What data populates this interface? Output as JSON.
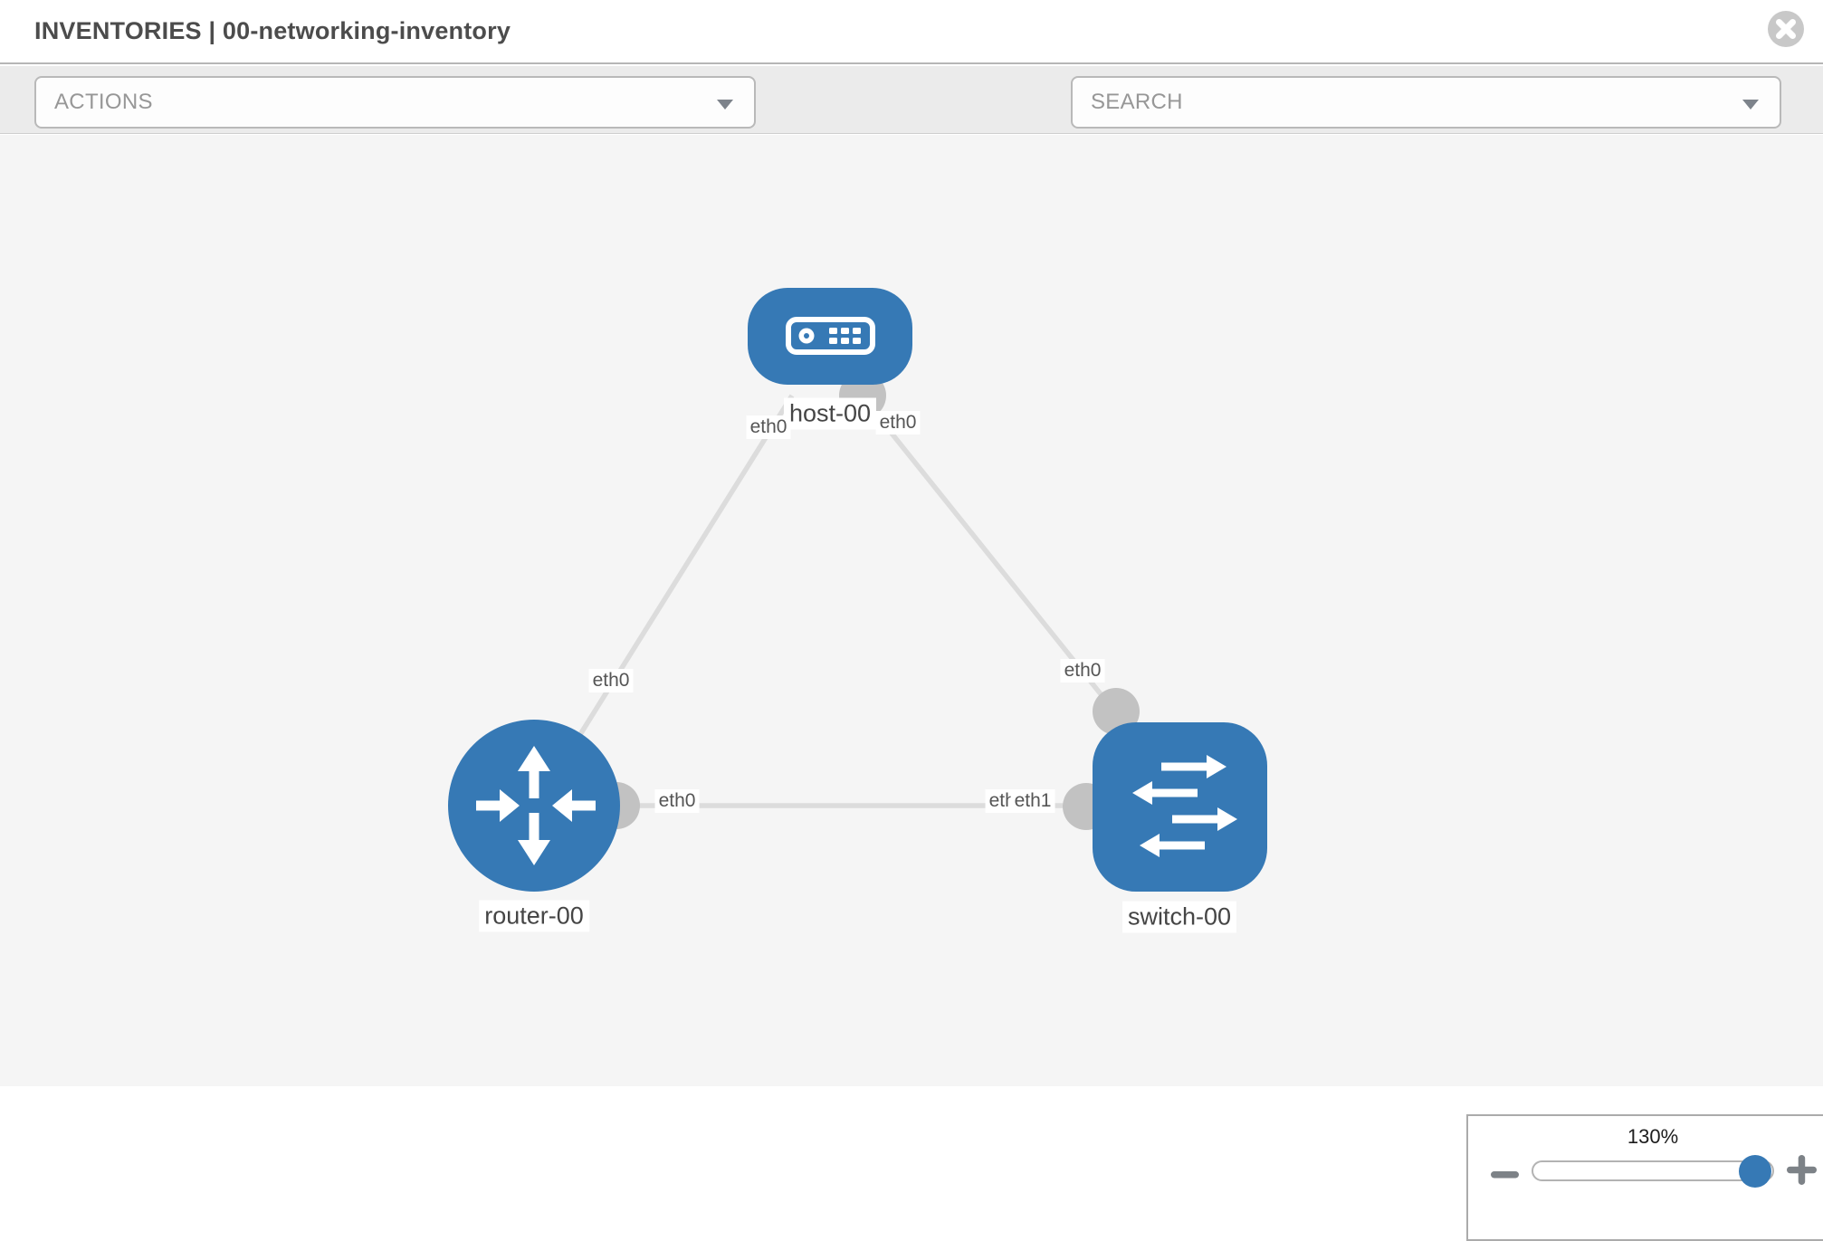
{
  "header": {
    "title": "INVENTORIES | 00-networking-inventory"
  },
  "toolbar": {
    "actions": {
      "placeholder": "ACTIONS"
    },
    "search": {
      "placeholder": "SEARCH"
    },
    "icons": [
      "wrench-icon",
      "key-icon"
    ]
  },
  "topology": {
    "nodes": [
      {
        "id": "host-00",
        "label": "host-00",
        "type": "host",
        "shape": "rounded-rect"
      },
      {
        "id": "router-00",
        "label": "router-00",
        "type": "router",
        "shape": "circle"
      },
      {
        "id": "switch-00",
        "label": "switch-00",
        "type": "switch",
        "shape": "rounded-square"
      }
    ],
    "links": [
      {
        "from": "host-00",
        "from_if": "eth0",
        "to": "router-00",
        "to_if": "eth0"
      },
      {
        "from": "host-00",
        "from_if": "eth0",
        "to": "switch-00",
        "to_if": "eth0"
      },
      {
        "from": "router-00",
        "from_if": "eth0",
        "to": "switch-00",
        "to_if": "eth1"
      }
    ],
    "interfaces": {
      "host_left": "eth0",
      "host_right": "eth0",
      "router_host_mid": "eth0",
      "host_switch_mid": "eth0",
      "router_right": "eth0",
      "switch_left_back": "eth0",
      "switch_left_front": "eth1"
    }
  },
  "zoom_control": {
    "level": "130%"
  },
  "colors": {
    "node_blue": "#3679b5",
    "link_gray": "#dcdcdc",
    "interface_gray": "#c2c2c2",
    "toolbar_bg": "#ebebeb",
    "canvas_bg": "#f5f5f5",
    "icon_gray": "#8a9096",
    "close_gray": "#c8c8c8"
  }
}
